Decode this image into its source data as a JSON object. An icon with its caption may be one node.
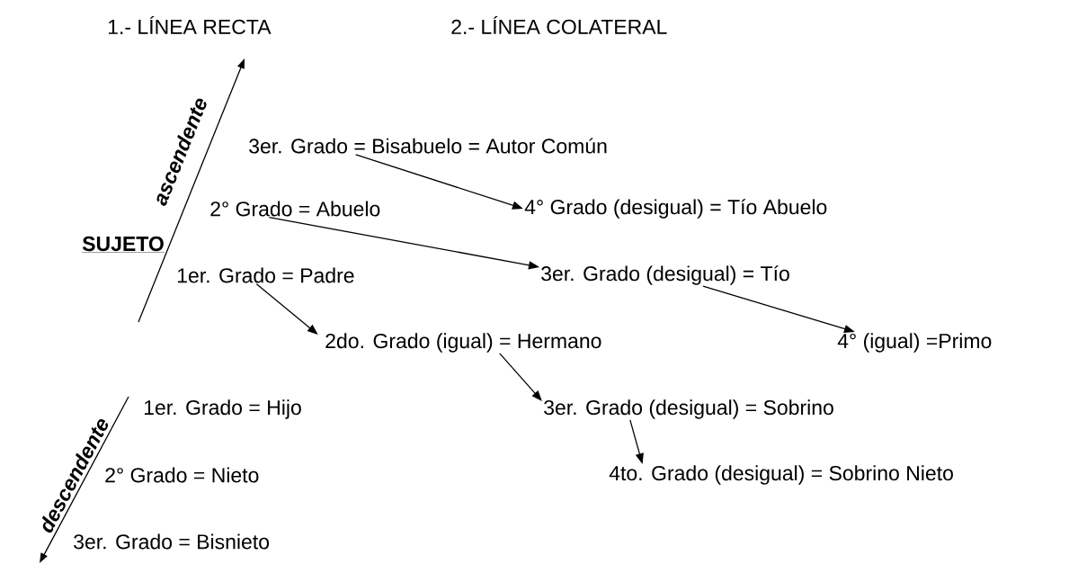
{
  "diagram": {
    "nodes": [
      {
        "text": [
          "3er. Grado = Bisabuelo = Autor Común"
        ]
      },
      {
        "text": [
          "2° Grado = Abuelo"
        ]
      },
      {
        "text": [
          "4° Grado (desigual) = Tío Abuelo"
        ]
      },
      {
        "text": [
          "1er. Grado = Padre"
        ]
      },
      {
        "text": [
          "3er. Grado (desigual)  = Tío"
        ]
      },
      {
        "text": [
          "2do. Grado (igual) = Hermano"
        ]
      },
      {
        "text": [
          "4° (igual) =Primo"
        ]
      },
      {
        "text": [
          "3er. Grado (desigual) = Sobrino"
        ]
      },
      {
        "text": [
          "4to. Grado (desigual) = Sobrino Nieto"
        ]
      }
    ],
    "edges": [
      {
        "from": 0,
        "to": 2,
        "arrow": "to"
      },
      {
        "from": 1,
        "to": 4,
        "arrow": "to"
      },
      {
        "from": 3,
        "to": 5,
        "arrow": "to"
      },
      {
        "from": 4,
        "to": 6,
        "arrow": "to"
      },
      {
        "from": 5,
        "to": 7,
        "arrow": "to"
      },
      {
        "from": 7,
        "to": 8,
        "arrow": "to"
      }
    ],
    "labels": [
      "1.- LÍNEA RECTA",
      "2.- LÍNEA COLATERAL",
      "ascendente",
      "SUJETO",
      "descendente",
      "1er. Grado = Hijo",
      "2° Grado = Nieto",
      "3er. Grado = Bisnieto"
    ]
  }
}
